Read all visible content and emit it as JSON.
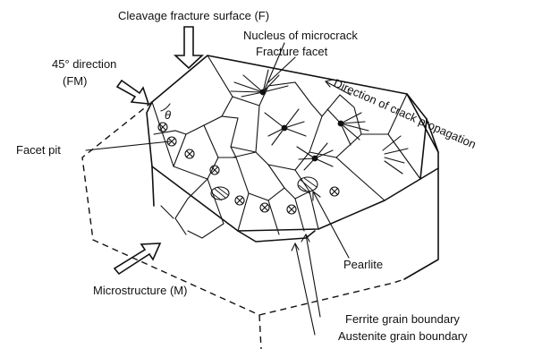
{
  "labels": {
    "cleavage_surface": "Cleavage fracture surface (F)",
    "nucleus": "Nucleus of microcrack",
    "fracture_facet": "Fracture facet",
    "direction_45": "45° direction",
    "fm": "(FM)",
    "theta": "θ",
    "facet_pit": "Facet pit",
    "crack_direction": "Direction of crack propagation",
    "pearlite": "Pearlite",
    "microstructure": "Microstructure (M)",
    "ferrite_boundary": "Ferrite grain boundary",
    "austenite_boundary": "Austenite grain boundary"
  },
  "colors": {
    "ink": "#111111",
    "background": "#ffffff"
  }
}
